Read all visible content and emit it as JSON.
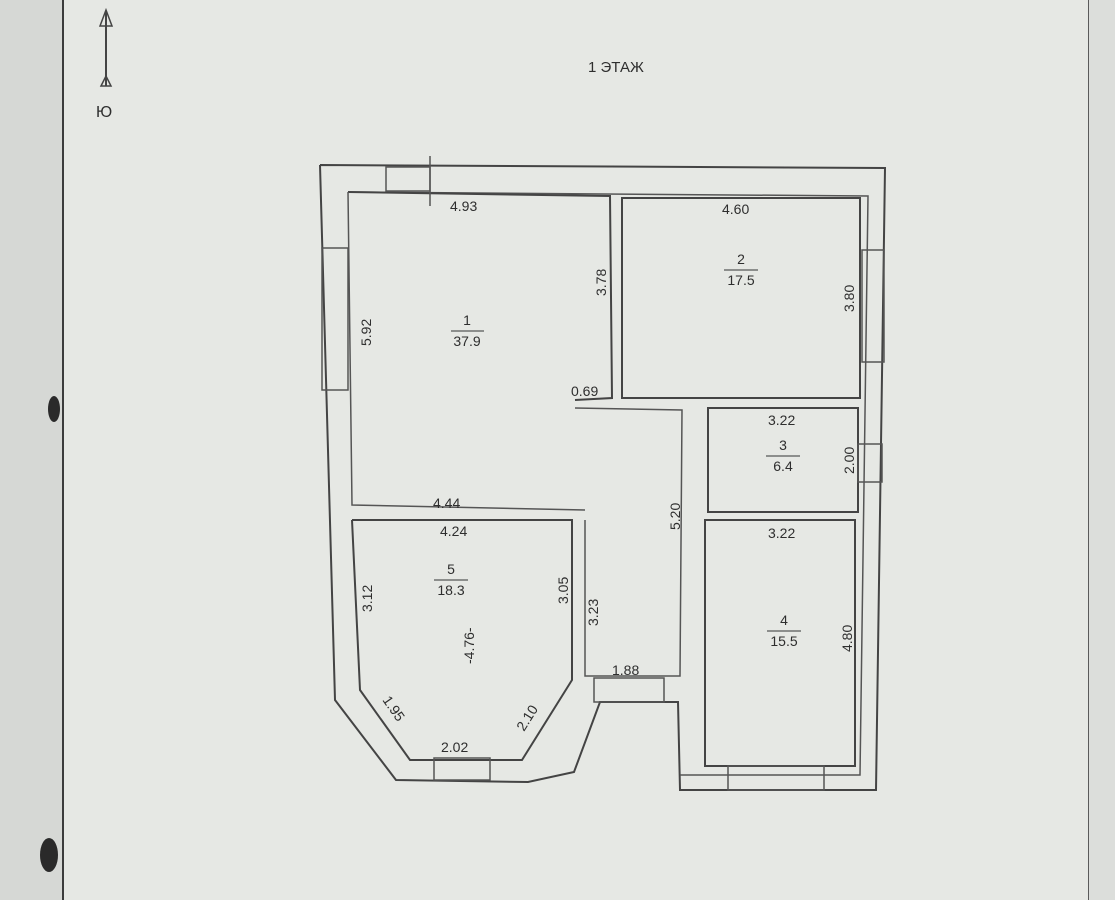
{
  "sheet": {
    "title": "1 ЭТАЖ",
    "north_label": "Ю"
  },
  "rooms": [
    {
      "number": "1",
      "area": "37.9"
    },
    {
      "number": "2",
      "area": "17.5"
    },
    {
      "number": "3",
      "area": "6.4"
    },
    {
      "number": "4",
      "area": "15.5"
    },
    {
      "number": "5",
      "area": "18.3"
    }
  ],
  "dimensions": {
    "r1_top": "4.93",
    "r1_left": "5.92",
    "r1_right": "3.78",
    "r1_bottom": "4.44",
    "r1_stub": "0.69",
    "r2_top": "4.60",
    "r2_right": "3.80",
    "r3_top": "3.22",
    "r3_right": "2.00",
    "corridor": "5.20",
    "r4_top": "3.22",
    "r4_right": "4.80",
    "r5_top": "4.24",
    "r5_left": "3.12",
    "r5_right": "3.05",
    "r5_center": "-4.76-",
    "r5_bottom": "2.02",
    "r5_diag_left": "1.95",
    "r5_diag_right": "2.10",
    "corridor_right": "3.23",
    "entry": "1.88"
  }
}
